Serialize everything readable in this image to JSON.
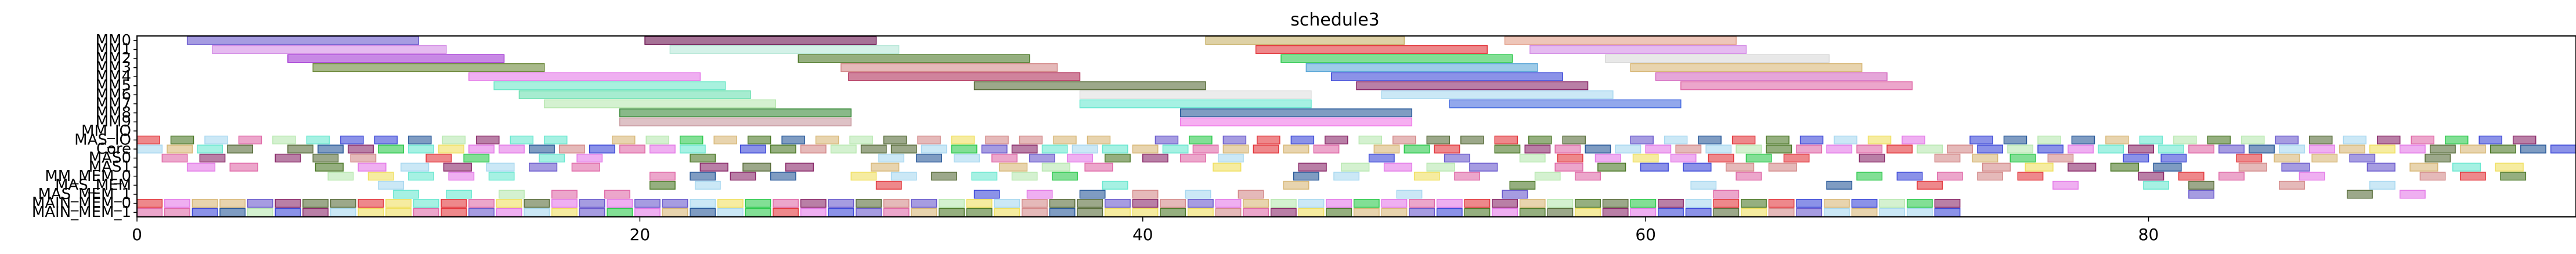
{
  "chart_data": {
    "type": "bar",
    "subtype": "gantt",
    "title": "schedule3",
    "xlabel": "",
    "ylabel": "",
    "xlim": [
      0,
      97
    ],
    "xticks": [
      0,
      20,
      40,
      60,
      80
    ],
    "grid": false,
    "rows": [
      "MM0",
      "MM1",
      "MM2",
      "MM3",
      "MM4",
      "MM5",
      "MM6",
      "MM7",
      "MM8",
      "MM9",
      "MM_IO",
      "MAS_IO",
      "Core",
      "MAS0",
      "MAS1",
      "MM_MEM_0",
      "MAS_MEM",
      "MAS_MEM_1",
      "MAIN_MEM_0",
      "MAIN_MEM_1"
    ],
    "tasks": [
      {
        "row": 0,
        "start": 2.0,
        "end": 11.2,
        "color": "#6a5acd"
      },
      {
        "row": 0,
        "start": 20.2,
        "end": 29.4,
        "color": "#6b1450"
      },
      {
        "row": 0,
        "start": 42.5,
        "end": 50.4,
        "color": "#c8b26a"
      },
      {
        "row": 0,
        "start": 54.4,
        "end": 63.6,
        "color": "#e3a08a"
      },
      {
        "row": 1,
        "start": 3.0,
        "end": 12.3,
        "color": "#d48ee6"
      },
      {
        "row": 1,
        "start": 21.2,
        "end": 30.3,
        "color": "#b8e8d8"
      },
      {
        "row": 1,
        "start": 44.5,
        "end": 53.7,
        "color": "#e3383e"
      },
      {
        "row": 1,
        "start": 55.4,
        "end": 64.0,
        "color": "#d48ee6"
      },
      {
        "row": 2,
        "start": 6.0,
        "end": 14.6,
        "color": "#a43ad4"
      },
      {
        "row": 2,
        "start": 26.3,
        "end": 35.5,
        "color": "#4e7a2a"
      },
      {
        "row": 2,
        "start": 45.5,
        "end": 54.7,
        "color": "#2ec94e"
      },
      {
        "row": 2,
        "start": 58.4,
        "end": 67.3,
        "color": "#d8d8d8"
      },
      {
        "row": 3,
        "start": 7.0,
        "end": 16.2,
        "color": "#6e8a3c"
      },
      {
        "row": 3,
        "start": 28.0,
        "end": 36.6,
        "color": "#d48a8a"
      },
      {
        "row": 3,
        "start": 46.5,
        "end": 55.7,
        "color": "#5ea8d8"
      },
      {
        "row": 3,
        "start": 59.4,
        "end": 68.6,
        "color": "#d8b878"
      },
      {
        "row": 4,
        "start": 13.2,
        "end": 22.4,
        "color": "#e47ae8"
      },
      {
        "row": 4,
        "start": 28.3,
        "end": 37.5,
        "color": "#b0305a"
      },
      {
        "row": 4,
        "start": 47.5,
        "end": 56.7,
        "color": "#3e4ad8"
      },
      {
        "row": 4,
        "start": 60.4,
        "end": 69.6,
        "color": "#d46ac0"
      },
      {
        "row": 5,
        "start": 14.2,
        "end": 23.4,
        "color": "#6ee8c8"
      },
      {
        "row": 5,
        "start": 33.3,
        "end": 42.5,
        "color": "#5a6e3c"
      },
      {
        "row": 5,
        "start": 48.5,
        "end": 57.7,
        "color": "#8a2a6a"
      },
      {
        "row": 5,
        "start": 61.4,
        "end": 70.6,
        "color": "#e06aa8"
      },
      {
        "row": 6,
        "start": 15.2,
        "end": 24.4,
        "color": "#6ae0b0"
      },
      {
        "row": 6,
        "start": 37.5,
        "end": 46.7,
        "color": "#e0e0e0"
      },
      {
        "row": 6,
        "start": 49.5,
        "end": 58.7,
        "color": "#a8d8f0"
      },
      {
        "row": 7,
        "start": 16.2,
        "end": 25.4,
        "color": "#b8e8b0"
      },
      {
        "row": 7,
        "start": 37.5,
        "end": 46.7,
        "color": "#6ae8d0"
      },
      {
        "row": 7,
        "start": 52.2,
        "end": 61.4,
        "color": "#4a6ee0"
      },
      {
        "row": 8,
        "start": 19.2,
        "end": 28.4,
        "color": "#3a8a3a"
      },
      {
        "row": 8,
        "start": 41.5,
        "end": 50.7,
        "color": "#2a5a9a"
      },
      {
        "row": 9,
        "start": 19.2,
        "end": 28.4,
        "color": "#c89aa0"
      },
      {
        "row": 9,
        "start": 41.5,
        "end": 50.7,
        "color": "#f07ae8"
      }
    ]
  }
}
